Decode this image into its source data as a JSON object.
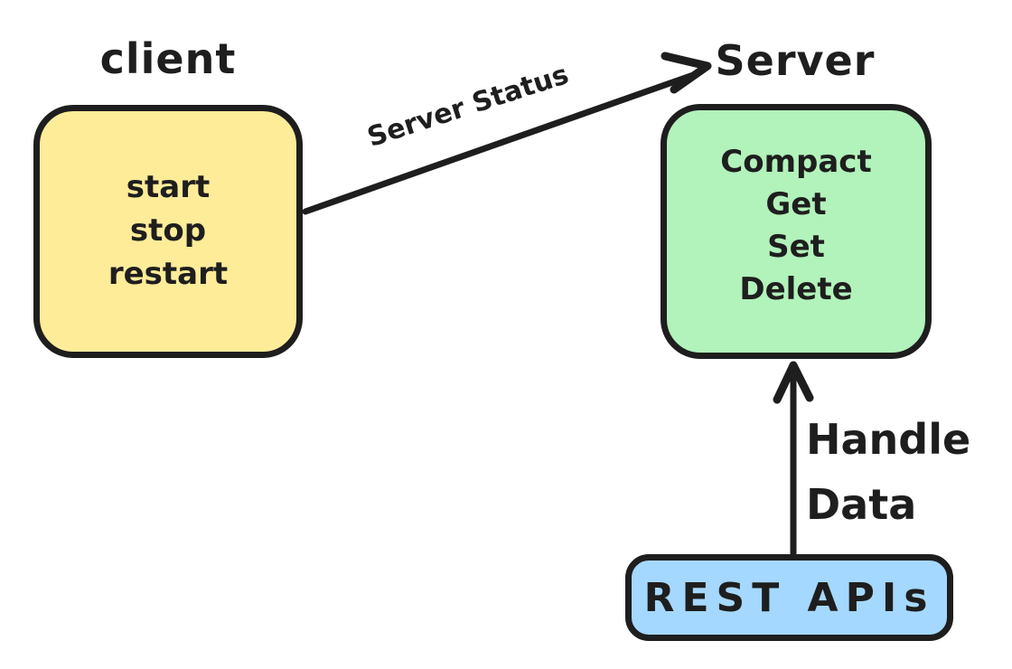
{
  "diagram": {
    "background": "#ffffff",
    "stroke": "#1e1e1e",
    "client": {
      "title": "client",
      "fill": "#ffec99",
      "lines": [
        "start",
        "stop",
        "restart"
      ]
    },
    "server": {
      "title": "Server",
      "fill": "#b2f2bb",
      "lines": [
        "Compact",
        "Get",
        "Set",
        "Delete"
      ]
    },
    "rest": {
      "label": "REST APIs",
      "fill": "#a5d8ff"
    },
    "edges": {
      "client_to_server": {
        "label": "Server Status"
      },
      "rest_to_server": {
        "label": "Handle Data"
      }
    }
  }
}
